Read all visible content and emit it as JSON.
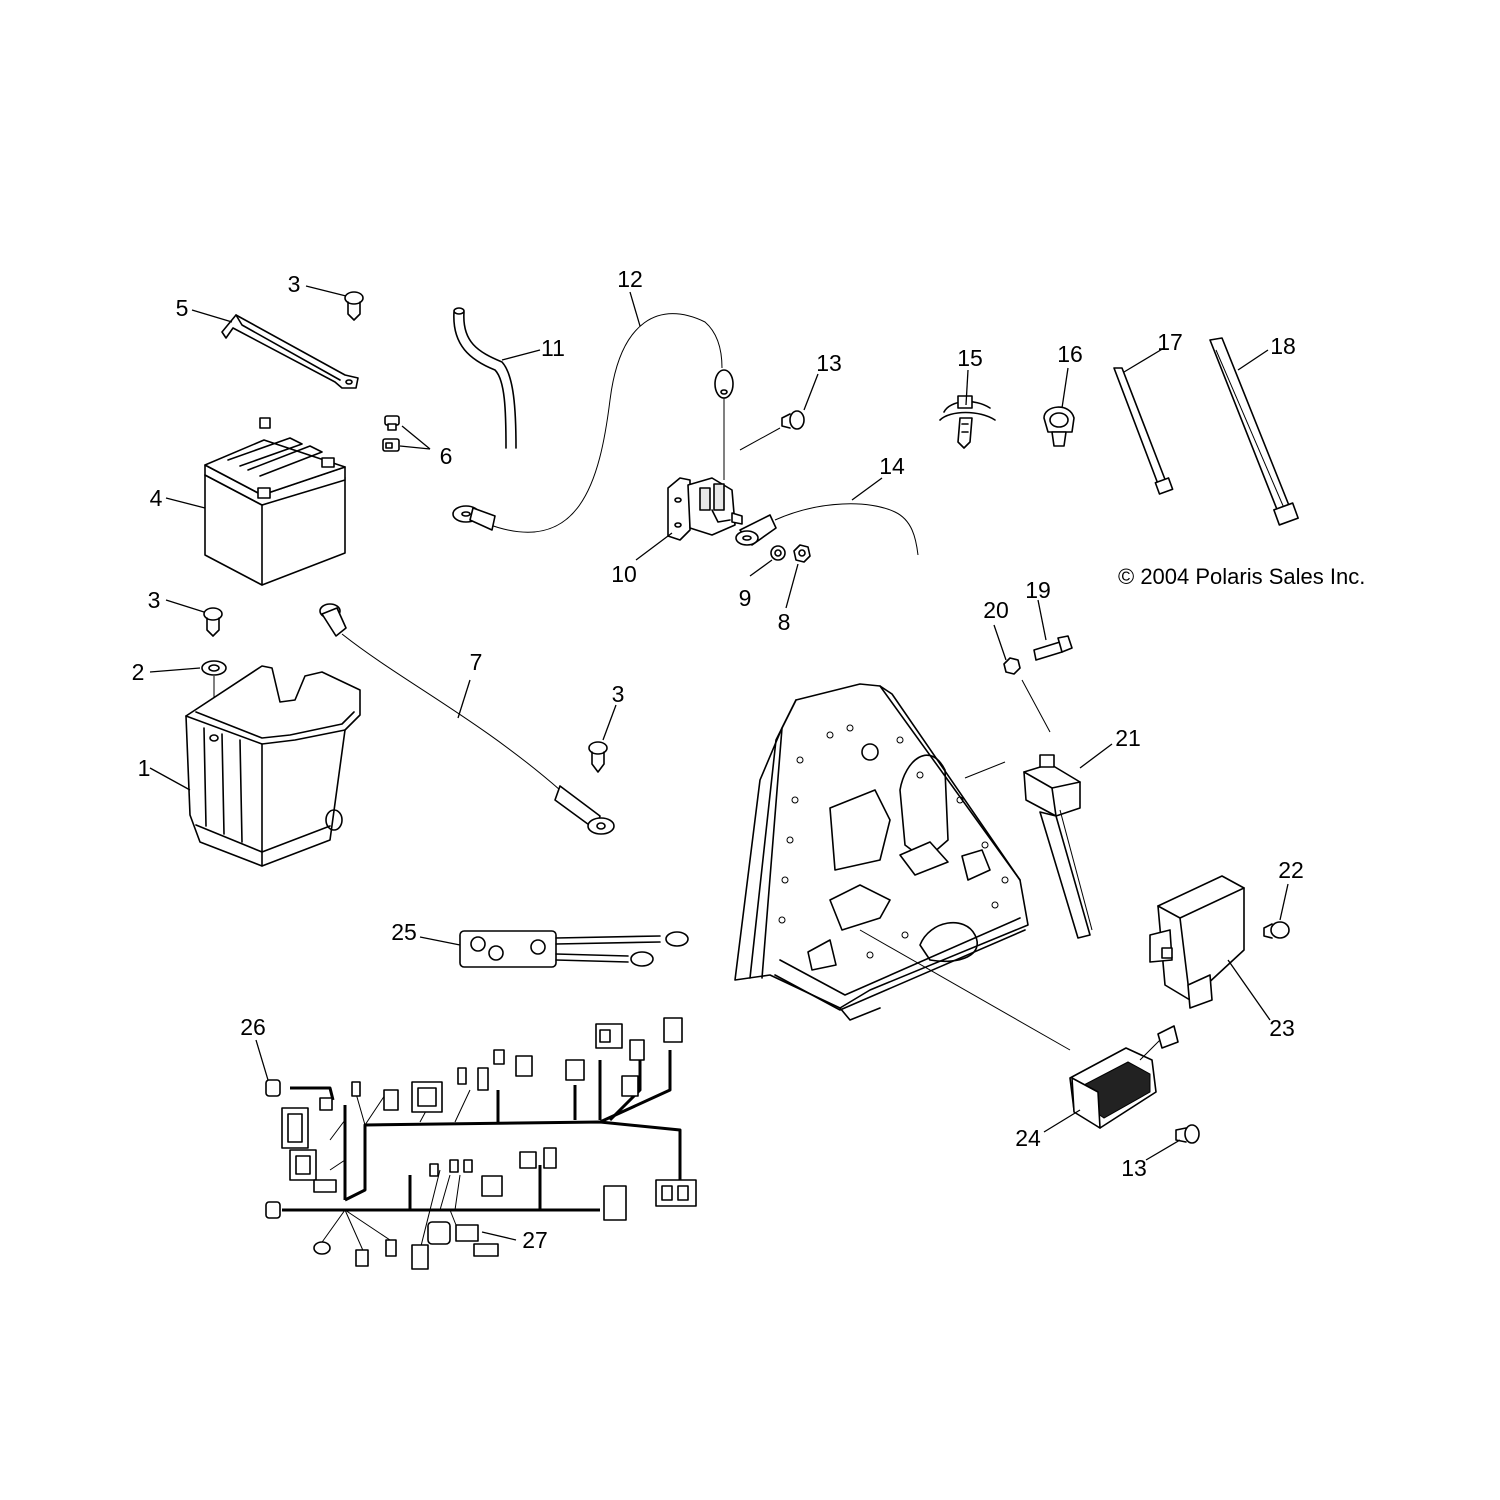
{
  "copyright": "© 2004 Polaris Sales Inc.",
  "callouts": {
    "c1": "1",
    "c2": "2",
    "c3a": "3",
    "c3b": "3",
    "c3c": "3",
    "c4": "4",
    "c5": "5",
    "c6": "6",
    "c7": "7",
    "c8": "8",
    "c9": "9",
    "c10": "10",
    "c11": "11",
    "c12": "12",
    "c13a": "13",
    "c13b": "13",
    "c14": "14",
    "c15": "15",
    "c16": "16",
    "c17": "17",
    "c18": "18",
    "c19": "19",
    "c20": "20",
    "c21": "21",
    "c22": "22",
    "c23": "23",
    "c24": "24",
    "c25": "25",
    "c26": "26",
    "c27": "27"
  }
}
